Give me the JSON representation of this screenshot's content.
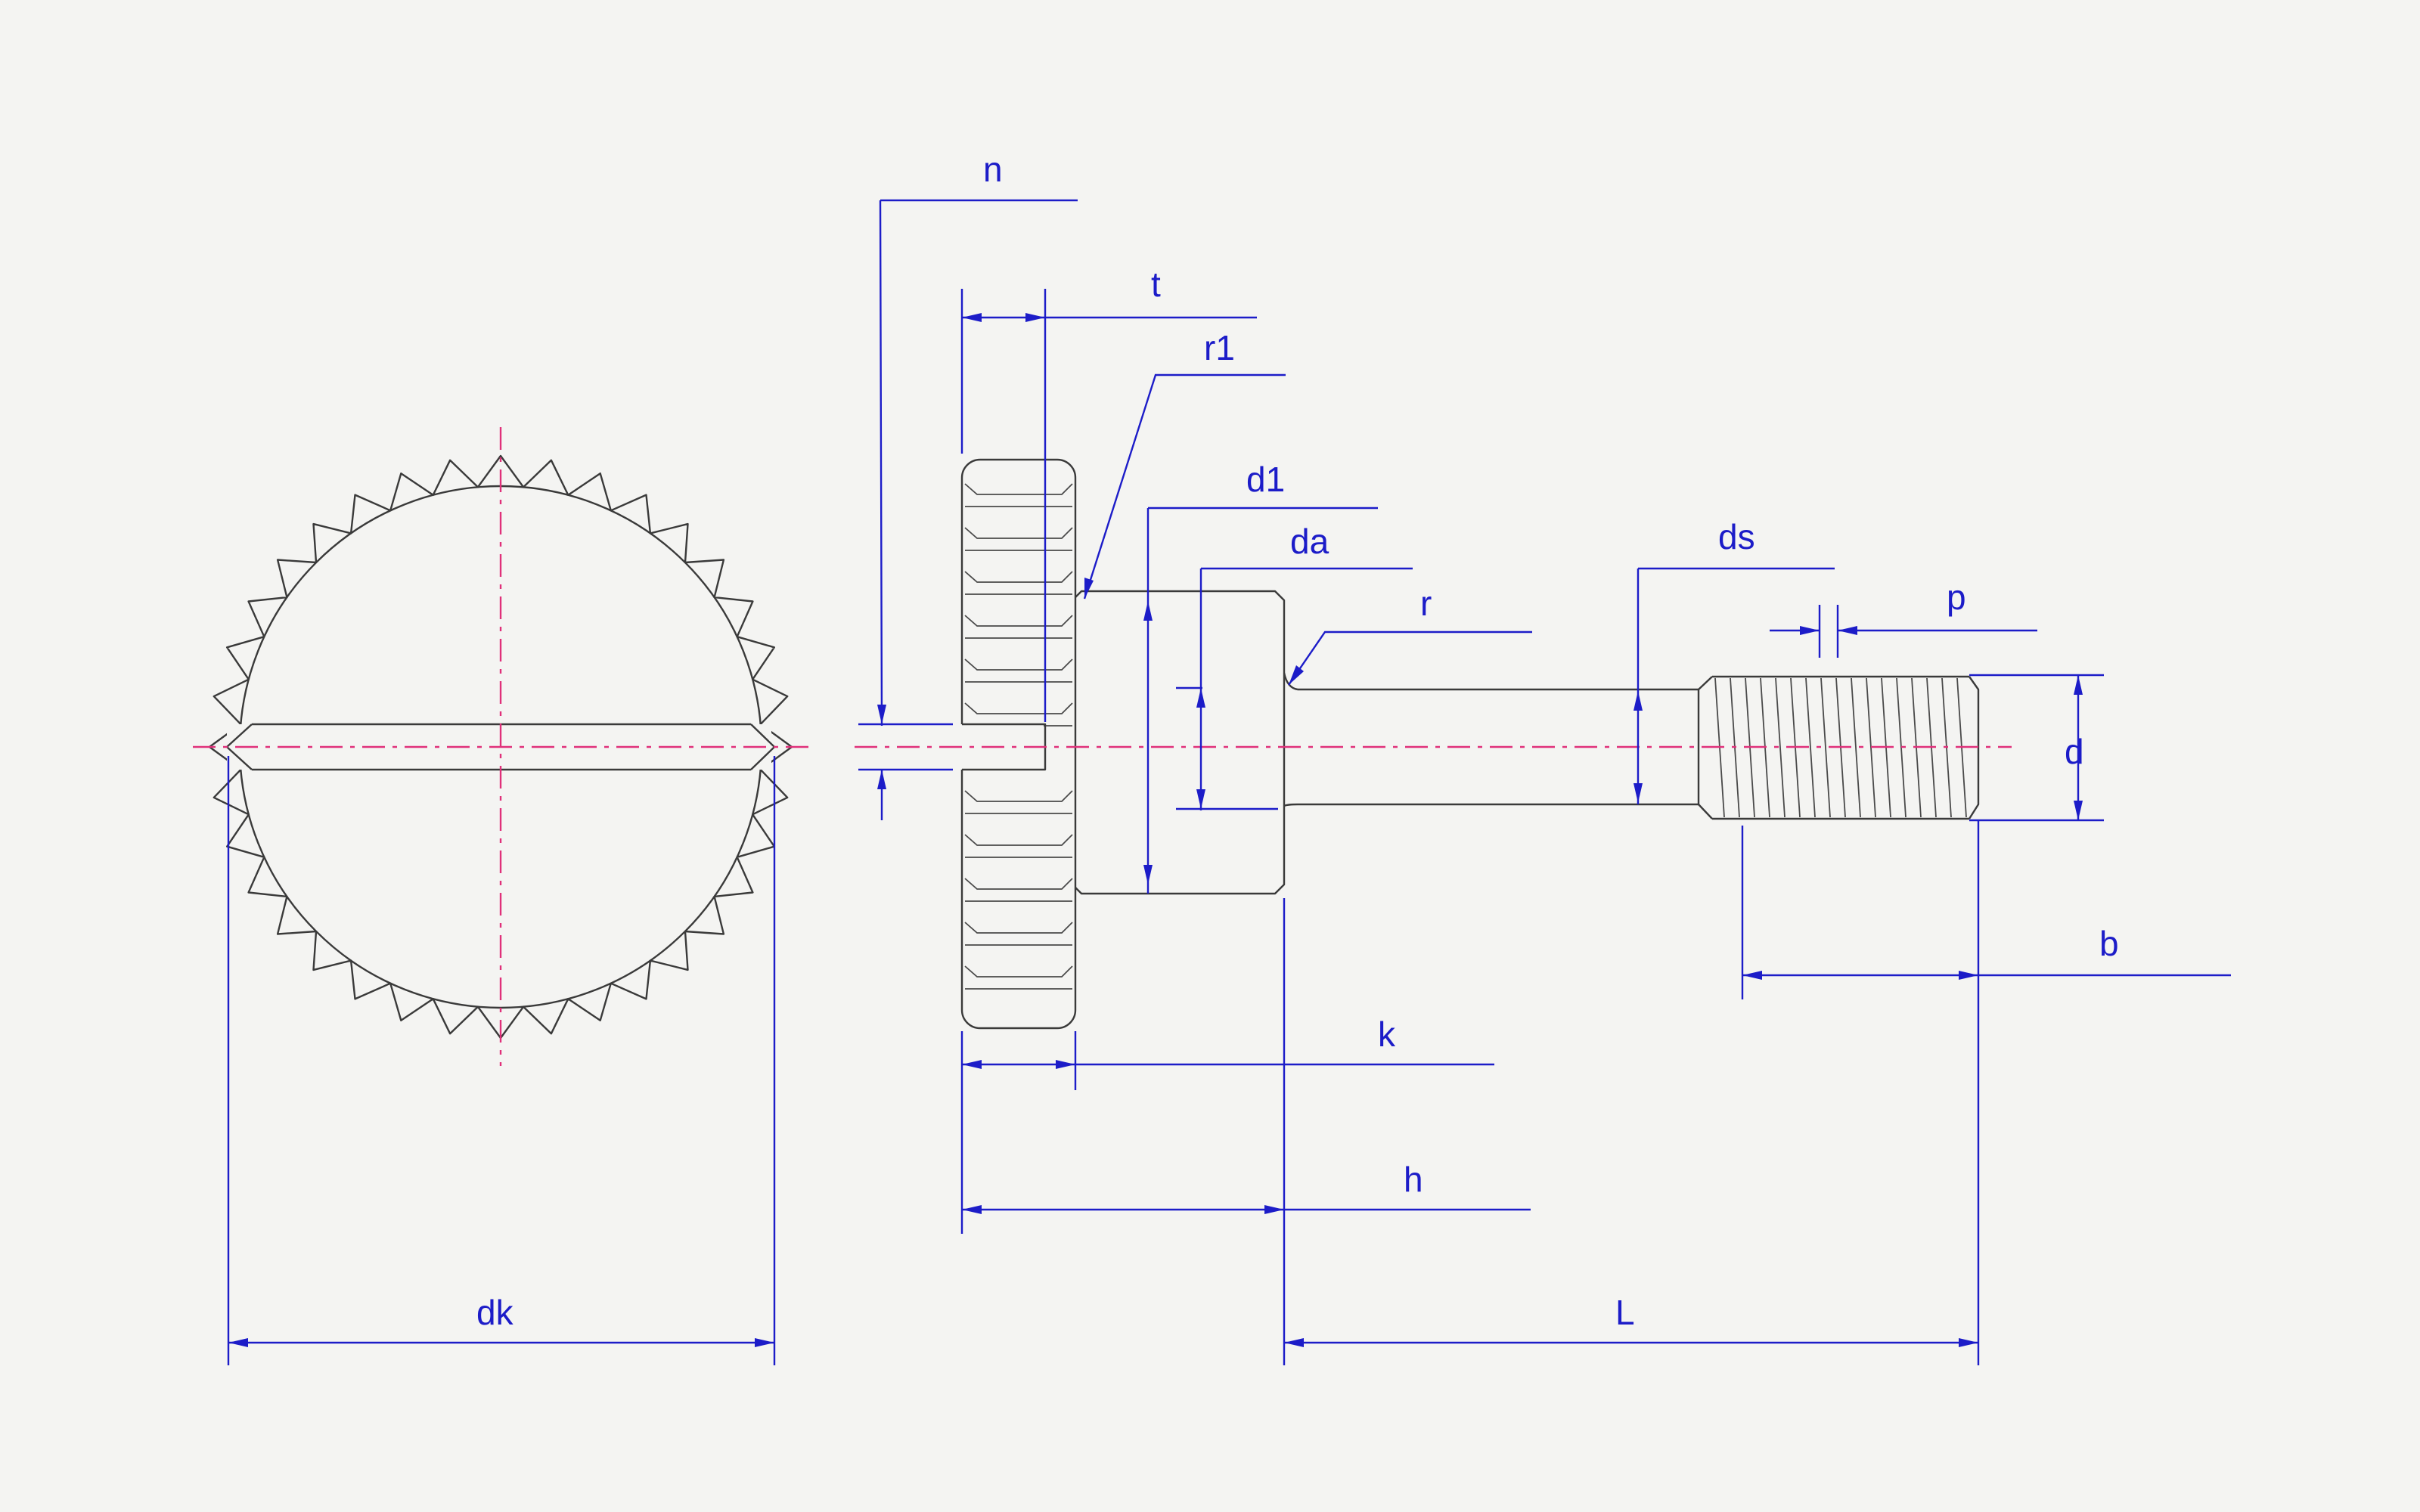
{
  "labels": {
    "n": "n",
    "t": "t",
    "r1": "r1",
    "d1": "d1",
    "da": "da",
    "r": "r",
    "ds": "ds",
    "p": "p",
    "d": "d",
    "b": "b",
    "k": "k",
    "h": "h",
    "dk": "dk",
    "L": "L"
  },
  "colors": {
    "outline": "#3a3a3a",
    "dimension": "#1c1cc8",
    "centerline": "#e0307a",
    "background": "#f4f4f2"
  }
}
